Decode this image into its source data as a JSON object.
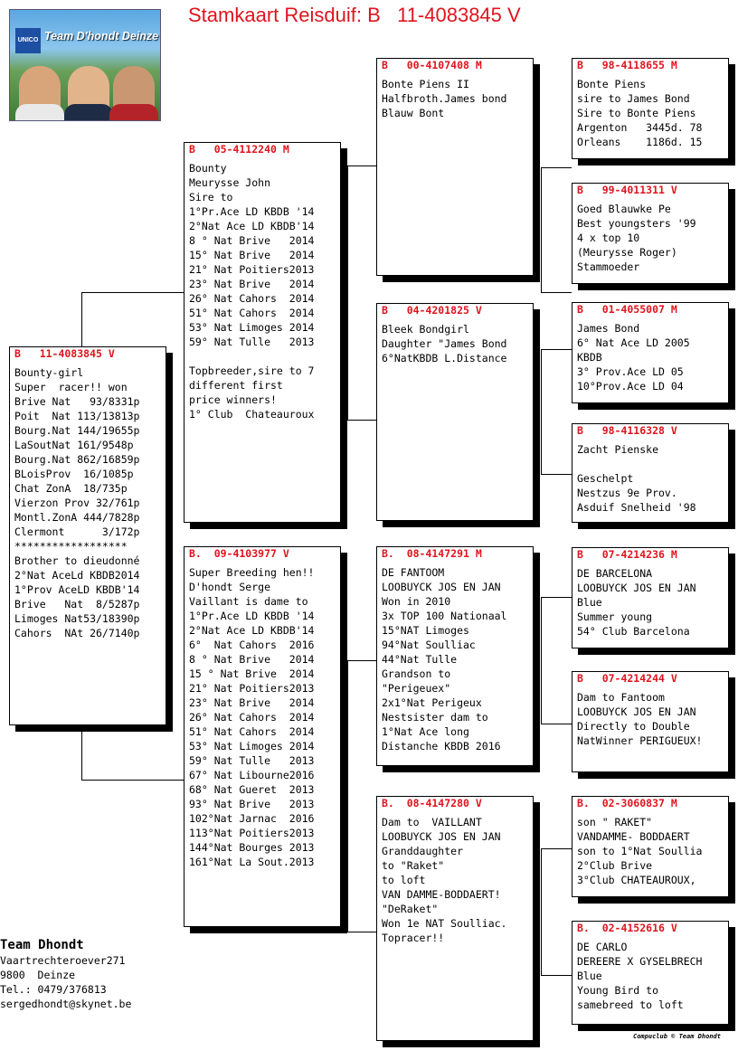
{
  "title": "Stamkaart Reisduif: B   11-4083845 V",
  "logo": {
    "text": "Team D'hondt Deinze",
    "badge": "UNICO"
  },
  "cards": {
    "subject": {
      "header": "B   11-4083845 V",
      "lines": [
        "Bounty-girl",
        "Super  racer!! won",
        "Brive Nat   93/8331p",
        "Poit  Nat 113/13813p",
        "Bourg.Nat 144/19655p",
        "LaSoutNat 161/9548p",
        "Bourg.Nat 862/16859p",
        "BLoisProv  16/1085p",
        "Chat ZonA  18/735p",
        "Vierzon Prov 32/761p",
        "Montl.ZonA 444/7828p",
        "Clermont      3/172p",
        "******************",
        "Brother to dieudonné",
        "2°Nat AceLd KBDB2014",
        "1°Prov AceLD KBDB'14",
        "Brive   Nat  8/5287p",
        "Limoges Nat53/18390p",
        "Cahors  NAt 26/7140p"
      ]
    },
    "sire": {
      "header": "B   05-4112240 M",
      "lines": [
        "Bounty",
        "Meurysse John",
        "Sire to",
        "1°Pr.Ace LD KBDB '14",
        "2°Nat Ace LD KBDB'14",
        "8 ° Nat Brive   2014",
        "15° Nat Brive   2014",
        "21° Nat Poitiers2013",
        "23° Nat Brive   2014",
        "26° Nat Cahors  2014",
        "51° Nat Cahors  2014",
        "53° Nat Limoges 2014",
        "59° Nat Tulle   2013",
        "",
        "Topbreeder,sire to 7",
        "different first",
        "price winners!",
        "1° Club  Chateauroux"
      ]
    },
    "dam": {
      "header": "B.  09-4103977 V",
      "lines": [
        "Super Breeding hen!!",
        "D'hondt Serge",
        "Vaillant is dame to",
        "1°Pr.Ace LD KBDB '14",
        "2°Nat Ace LD KBDB'14",
        "6°  Nat Cahors  2016",
        "8 ° Nat Brive   2014",
        "15 ° Nat Brive  2014",
        "21° Nat Poitiers2013",
        "23° Nat Brive   2014",
        "26° Nat Cahors  2014",
        "51° Nat Cahors  2014",
        "53° Nat Limoges 2014",
        "59° Nat Tulle   2013",
        "67° Nat Libourne2016",
        "68° Nat Gueret  2013",
        "93° Nat Brive   2013",
        "102°Nat Jarnac  2016",
        "113°Nat Poitiers2013",
        "144°Nat Bourges 2013",
        "161°Nat La Sout.2013"
      ]
    },
    "ss": {
      "header": "B   00-4107408 M",
      "lines": [
        "Bonte Piens II",
        "Halfbroth.James bond",
        "Blauw Bont"
      ]
    },
    "sd": {
      "header": "B   04-4201825 V",
      "lines": [
        "Bleek Bondgirl",
        "Daughter \"James Bond",
        "6°NatKBDB L.Distance"
      ]
    },
    "ds": {
      "header": "B.  08-4147291 M",
      "lines": [
        "DE FANTOOM",
        "LOOBUYCK JOS EN JAN",
        "Won in 2010",
        "3x TOP 100 Nationaal",
        "15°NAT Limoges",
        "94°Nat Soulliac",
        "44°Nat Tulle",
        "Grandson to",
        "\"Perigeuex\"",
        "2x1°Nat Perigeux",
        "Nestsister dam to",
        "1°Nat Ace long",
        "Distanche KBDB 2016"
      ]
    },
    "dd": {
      "header": "B.  08-4147280 V",
      "lines": [
        "Dam to  VAILLANT",
        "LOOBUYCK JOS EN JAN",
        "Granddaughter",
        "to \"Raket\"",
        "to loft",
        "VAN DAMME-BODDAERT!",
        "\"DeRaket\"",
        "Won 1e NAT Soulliac.",
        "Topracer!!"
      ]
    },
    "sss": {
      "header": "B   98-4118655 M",
      "lines": [
        "Bonte Piens",
        "sire to James Bond",
        "Sire to Bonte Piens",
        "Argenton   3445d. 78",
        "Orleans    1186d. 15"
      ]
    },
    "ssd": {
      "header": "B   99-4011311 V",
      "lines": [
        "Goed Blauwke Pe",
        "Best youngsters '99",
        "4 x top 10",
        "(Meurysse Roger)",
        "Stammoeder"
      ]
    },
    "sds": {
      "header": "B   01-4055007 M",
      "lines": [
        "James Bond",
        "6° Nat Ace LD 2005",
        "KBDB",
        "3° Prov.Ace LD 05",
        "10°Prov.Ace LD 04"
      ]
    },
    "sdd": {
      "header": "B   98-4116328 V",
      "lines": [
        "Zacht Pienske",
        "",
        "Geschelpt",
        "Nestzus 9e Prov.",
        "Asduif Snelheid '98"
      ]
    },
    "dss": {
      "header": "B   07-4214236 M",
      "lines": [
        "DE BARCELONA",
        "LOOBUYCK JOS EN JAN",
        "Blue",
        "Summer young",
        "54° Club Barcelona"
      ]
    },
    "dsd": {
      "header": "B   07-4214244 V",
      "lines": [
        "Dam to Fantoom",
        "LOOBUYCK JOS EN JAN",
        "Directly to Double",
        "NatWinner PERIGUEUX!"
      ]
    },
    "dds": {
      "header": "B.  02-3060837 M",
      "lines": [
        "son \" RAKET\"",
        "VANDAMME- BODDAERT",
        "son to 1°Nat Soullia",
        "2°Club Brive",
        "3°Club CHATEAUROUX,"
      ]
    },
    "ddd": {
      "header": "B.  02-4152616 V",
      "lines": [
        "DE CARLO",
        "DEREERE X GYSELBRECH",
        "Blue",
        "Young Bird to",
        "samebreed to loft"
      ]
    }
  },
  "owner": {
    "name": "Team Dhondt",
    "address": "Vaartrechteroever271",
    "city": "9800  Deinze",
    "phone": "Tel.: 0479/376813",
    "email": "sergedhondt@skynet.be"
  },
  "footer": "Compuclub © Team Dhondt",
  "colors": {
    "accent": "#e0141e",
    "text": "#000000",
    "shadow": "#000000"
  }
}
